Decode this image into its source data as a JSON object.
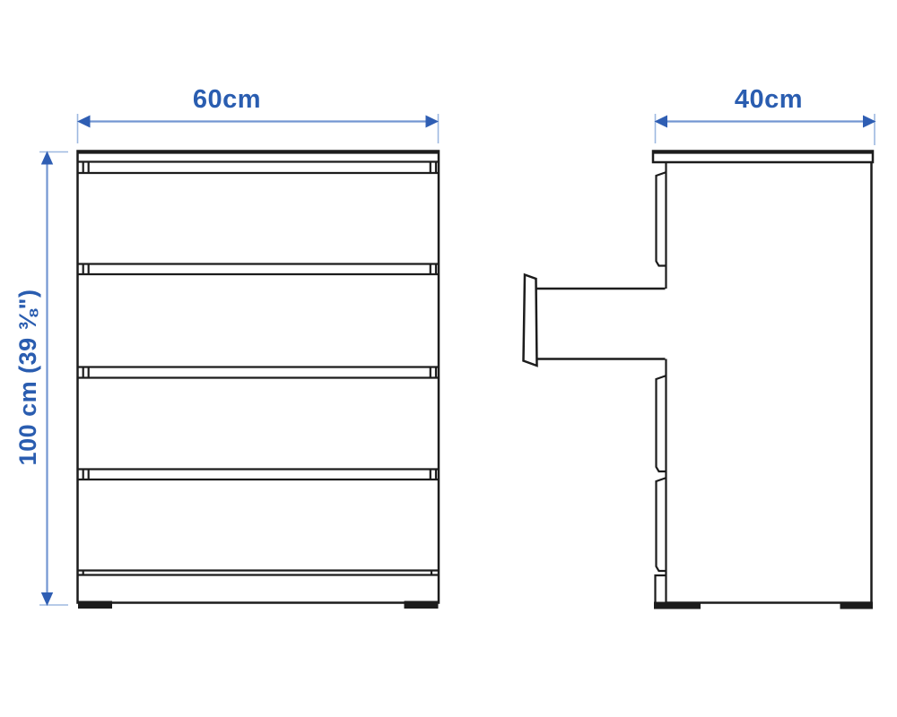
{
  "dimensions": {
    "width_label": "60cm",
    "depth_label": "40cm",
    "height_label": "100 cm (39 ⅜\")"
  },
  "colors": {
    "label_text": "#2a5db0",
    "dimension_line": "#7396d2",
    "arrowhead": "#2f5eb3",
    "extension_line": "#9db8e0",
    "outline": "#1c1c1c",
    "background": "#ffffff"
  }
}
